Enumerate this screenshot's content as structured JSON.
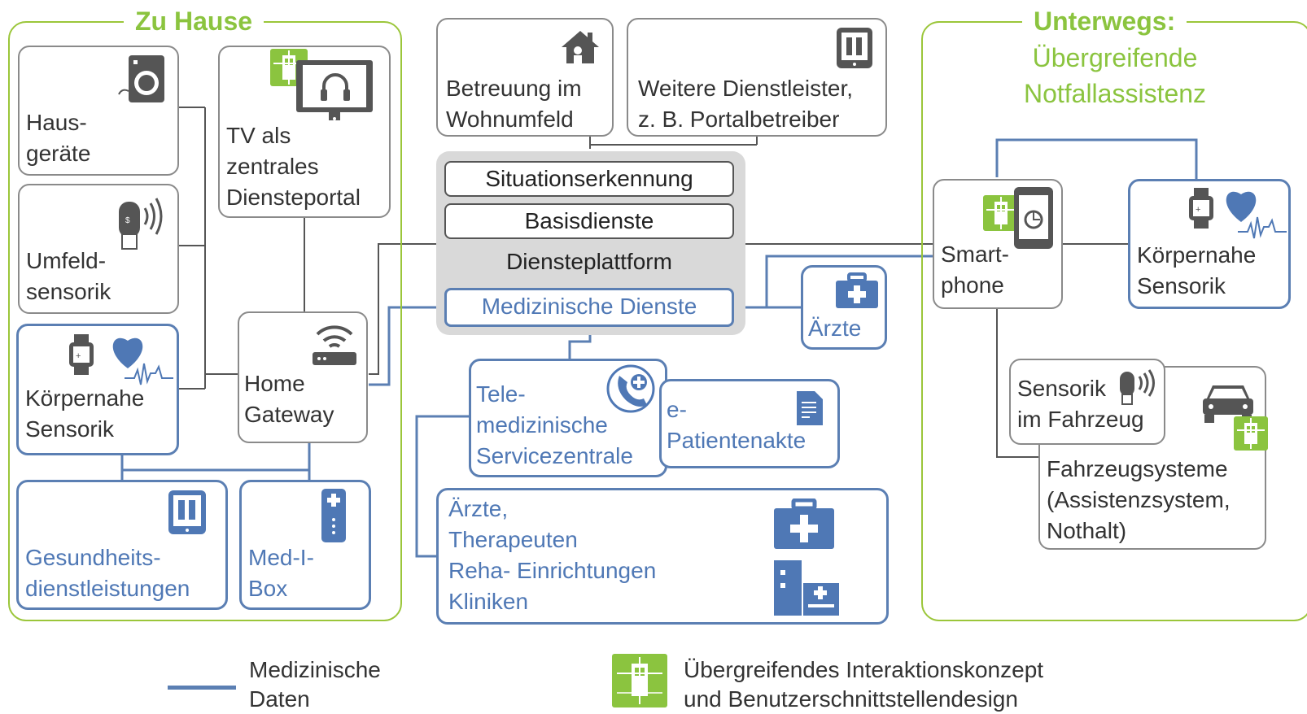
{
  "groups": {
    "home": {
      "title": "Zu Hause"
    },
    "mobile": {
      "title": "Unterwegs:",
      "subtitle_line1": "Übergreifende",
      "subtitle_line2": "Notfallassistenz"
    }
  },
  "home": {
    "hausgeraete": {
      "line1": "Haus-",
      "line2": "geräte"
    },
    "tv": {
      "line1": "TV als",
      "line2": "zentrales",
      "line3": "Diensteportal"
    },
    "umfeld": {
      "line1": "Umfeld-",
      "line2": "sensorik"
    },
    "gateway": {
      "line1": "Home",
      "line2": "Gateway"
    },
    "koerper": {
      "line1": "Körpernahe",
      "line2": "Sensorik"
    },
    "gesundheit": {
      "line1": "Gesundheits-",
      "line2": "dienstleistungen"
    },
    "medibox": {
      "line1": "Med-I-",
      "line2": "Box"
    }
  },
  "top": {
    "betreuung": {
      "line1": "Betreuung im",
      "line2": "Wohnumfeld"
    },
    "weitere": {
      "line1": "Weitere Dienstleister,",
      "line2": "z. B. Portalbetreiber"
    }
  },
  "platform": {
    "situation": "Situationserkennung",
    "basis": "Basisdienste",
    "title": "Diensteplattform",
    "medical": "Medizinische Dienste"
  },
  "center": {
    "aerzte": "Ärzte",
    "tele": {
      "line1": "Tele-",
      "line2": "medizinische",
      "line3": "Servicezentrale"
    },
    "epa": {
      "line1": "e-",
      "line2": "Patientenakte"
    },
    "kliniken": {
      "line1": "Ärzte,",
      "line2": "Therapeuten",
      "line3": "Reha- Einrichtungen",
      "line4": "Kliniken"
    }
  },
  "mobile": {
    "smartphone": {
      "line1": "Smart-",
      "line2": "phone"
    },
    "koerper": {
      "line1": "Körpernahe",
      "line2": "Sensorik"
    },
    "fahrzeugsensorik": {
      "line1": "Sensorik",
      "line2": "im Fahrzeug"
    },
    "fahrzeugsysteme": {
      "line1": "Fahrzeugsysteme",
      "line2": "(Assistenzsystem,",
      "line3": "Nothalt)"
    }
  },
  "legend": {
    "medical": {
      "line1": "Medizinische",
      "line2": "Daten"
    },
    "ux": {
      "line1": "Übergreifendes Interaktionskonzept",
      "line2": "und Benutzerschnittstellendesign"
    }
  },
  "colors": {
    "green": "#8bc43f",
    "blue": "#5b7fb3",
    "gray": "#8a8a8a",
    "platform": "#d9d9d9"
  },
  "icons": [
    "washing-machine-icon",
    "tv-headphones-icon",
    "sensor-icon",
    "router-icon",
    "smartwatch-icon",
    "heart-pulse-icon",
    "tablet-icon",
    "medbox-icon",
    "house-icon",
    "tablet-people-icon",
    "medical-bag-icon",
    "phone-plus-icon",
    "document-icon",
    "hospital-icon",
    "smartphone-icon",
    "car-icon",
    "interaction-badge-icon"
  ]
}
